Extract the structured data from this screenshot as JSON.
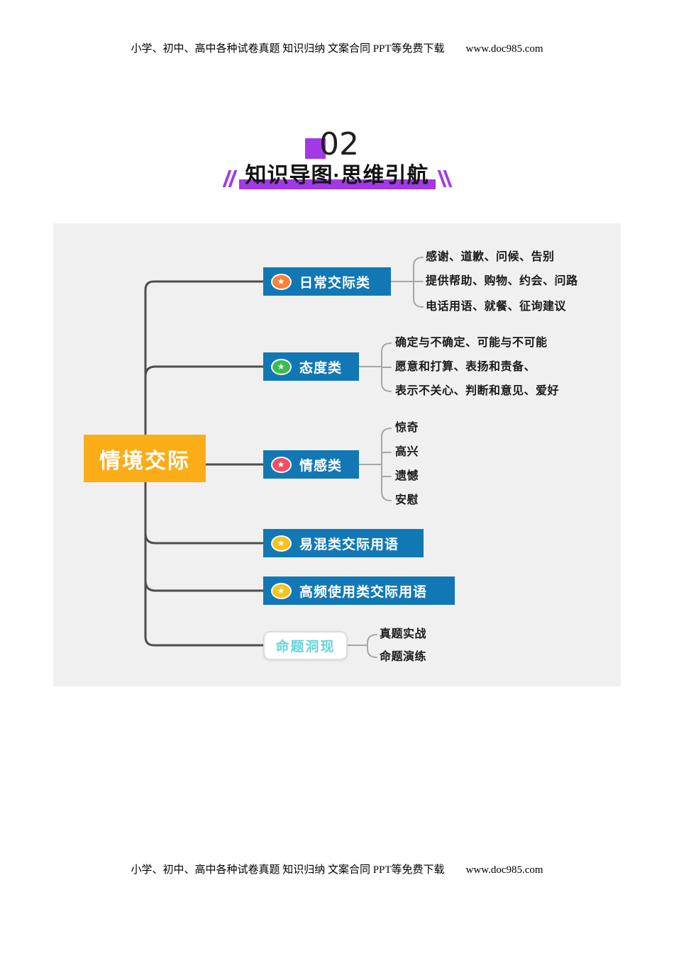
{
  "page_header": {
    "text": "小学、初中、高中各种试卷真题  知识归纳  文案合同  PPT等免费下载",
    "site": "www.doc985.com"
  },
  "page_footer": {
    "text": "小学、初中、高中各种试卷真题  知识归纳  文案合同  PPT等免费下载",
    "site": "www.doc985.com"
  },
  "section": {
    "number": "02",
    "title": "知识导图·思维引航",
    "accent_color": "#a238e8"
  },
  "mindmap": {
    "root": {
      "label": "情境交际",
      "bg": "#fbad18"
    },
    "branches": [
      {
        "label": "日常交际类",
        "icon": "star-icon",
        "icon_color": "#f5833b",
        "leaves": [
          "感谢、道歉、问候、告别",
          "提供帮助、购物、约会、问路",
          "电话用语、就餐、征询建议"
        ]
      },
      {
        "label": "态度类",
        "icon": "star-icon",
        "icon_color": "#3cbb4d",
        "leaves": [
          "确定与不确定、可能与不可能",
          "愿意和打算、表扬和责备、",
          "表示不关心、判断和意见、爱好"
        ]
      },
      {
        "label": "情感类",
        "icon": "star-icon",
        "icon_color": "#f04e62",
        "leaves": [
          "惊奇",
          "高兴",
          "遗憾",
          "安慰"
        ]
      },
      {
        "label": "易混类交际用语",
        "icon": "star-icon",
        "icon_color": "#f7c31f",
        "leaves": []
      },
      {
        "label": "高频使用类交际用语",
        "icon": "star-icon",
        "icon_color": "#f7c31f",
        "leaves": []
      },
      {
        "label": "命题洞现",
        "icon": null,
        "style": "outline",
        "text_color": "#66d5d5",
        "leaves": [
          "真题实战",
          "命题演练"
        ]
      }
    ],
    "colors": {
      "branch_bg": "#1278b5",
      "root_bg": "#fbad18",
      "panel_bg": "#f0f0f1",
      "trunk_line": "#4d4d4d",
      "bracket_line": "#a6a6a6",
      "outline_border": "#dcdcdc"
    },
    "star_glyph": "★"
  }
}
